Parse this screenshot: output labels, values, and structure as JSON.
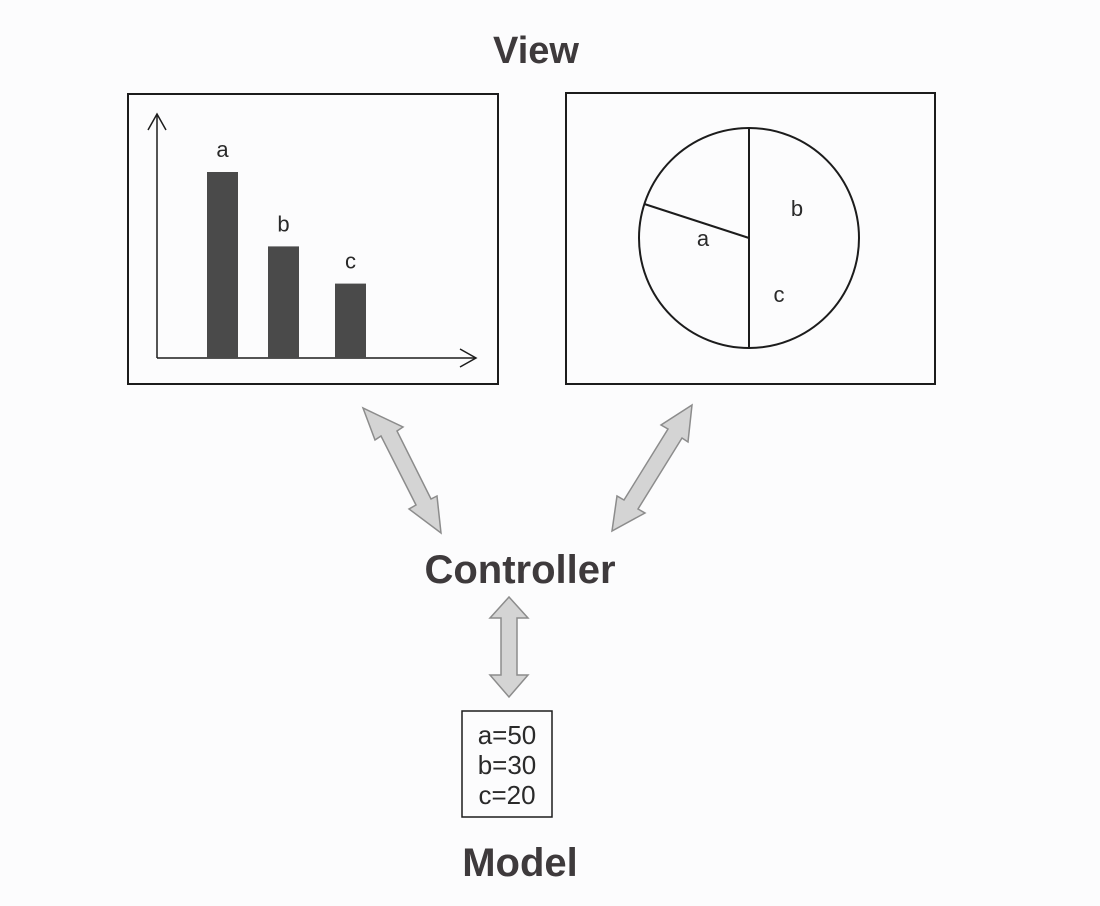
{
  "diagram": {
    "view_title": "View",
    "controller_title": "Controller",
    "model_title": "Model"
  },
  "chart_data": [
    {
      "type": "bar",
      "categories": [
        "a",
        "b",
        "c"
      ],
      "values": [
        50,
        30,
        20
      ]
    },
    {
      "type": "pie",
      "categories": [
        "a",
        "b",
        "c"
      ],
      "values": [
        50,
        30,
        20
      ]
    }
  ],
  "model": {
    "lines": [
      "a=50",
      "b=30",
      "c=20"
    ]
  }
}
